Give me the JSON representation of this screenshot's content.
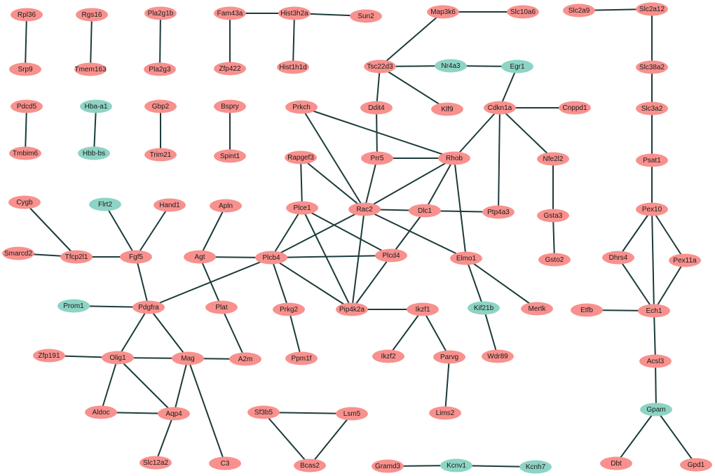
{
  "colors": {
    "gene_pink": "#f8918e",
    "gene_teal": "#8dd4c5",
    "edge": "#1b3b3a"
  },
  "nodes": [
    {
      "label": "Rpl36",
      "type": "pink"
    },
    {
      "label": "Srp9",
      "type": "pink"
    },
    {
      "label": "Rgs16",
      "type": "pink"
    },
    {
      "label": "Tmem163",
      "type": "pink"
    },
    {
      "label": "Pla2g1b",
      "type": "pink"
    },
    {
      "label": "Pla2g3",
      "type": "pink"
    },
    {
      "label": "Fam43a",
      "type": "pink"
    },
    {
      "label": "Zfp422",
      "type": "pink"
    },
    {
      "label": "Hist3h2a",
      "type": "pink"
    },
    {
      "label": "Hist1h1d",
      "type": "pink"
    },
    {
      "label": "Sun2",
      "type": "pink"
    },
    {
      "label": "Map3k6",
      "type": "pink"
    },
    {
      "label": "Slc10a6",
      "type": "pink"
    },
    {
      "label": "Slc2a9",
      "type": "pink"
    },
    {
      "label": "Slc2a12",
      "type": "pink"
    },
    {
      "label": "Tsc22d3",
      "type": "pink"
    },
    {
      "label": "Nr4a3",
      "type": "teal"
    },
    {
      "label": "Egr1",
      "type": "teal"
    },
    {
      "label": "Slc38a2",
      "type": "pink"
    },
    {
      "label": "Pdcd5",
      "type": "pink"
    },
    {
      "label": "Tmbim6",
      "type": "pink"
    },
    {
      "label": "Hba-a1",
      "type": "teal"
    },
    {
      "label": "Hbb-bs",
      "type": "teal"
    },
    {
      "label": "Gbp2",
      "type": "pink"
    },
    {
      "label": "Trim21",
      "type": "pink"
    },
    {
      "label": "Bspry",
      "type": "pink"
    },
    {
      "label": "Spint1",
      "type": "pink"
    },
    {
      "label": "Prkch",
      "type": "pink"
    },
    {
      "label": "Ddit4",
      "type": "pink"
    },
    {
      "label": "Klf9",
      "type": "pink"
    },
    {
      "label": "Cdkn1a",
      "type": "pink"
    },
    {
      "label": "Cnppd1",
      "type": "pink"
    },
    {
      "label": "Slc3a2",
      "type": "pink"
    },
    {
      "label": "Rapgef3",
      "type": "pink"
    },
    {
      "label": "Prr5",
      "type": "pink"
    },
    {
      "label": "Rhob",
      "type": "pink"
    },
    {
      "label": "Nfe2l2",
      "type": "pink"
    },
    {
      "label": "Psat1",
      "type": "pink"
    },
    {
      "label": "Cygb",
      "type": "pink"
    },
    {
      "label": "Flrt2",
      "type": "teal"
    },
    {
      "label": "Hand1",
      "type": "pink"
    },
    {
      "label": "Apln",
      "type": "pink"
    },
    {
      "label": "Plce1",
      "type": "pink"
    },
    {
      "label": "Rac2",
      "type": "pink"
    },
    {
      "label": "Dlc1",
      "type": "pink"
    },
    {
      "label": "Ptp4a3",
      "type": "pink"
    },
    {
      "label": "Gsta3",
      "type": "pink"
    },
    {
      "label": "Pex10",
      "type": "pink"
    },
    {
      "label": "Smarcd2",
      "type": "pink"
    },
    {
      "label": "Tfcp2l1",
      "type": "pink"
    },
    {
      "label": "Fgf5",
      "type": "pink"
    },
    {
      "label": "Agt",
      "type": "pink"
    },
    {
      "label": "Plcb4",
      "type": "pink"
    },
    {
      "label": "Plcd4",
      "type": "pink"
    },
    {
      "label": "Elmo1",
      "type": "pink"
    },
    {
      "label": "Gsto2",
      "type": "pink"
    },
    {
      "label": "Dhrs4",
      "type": "pink"
    },
    {
      "label": "Pex11a",
      "type": "pink"
    },
    {
      "label": "Prom1",
      "type": "teal"
    },
    {
      "label": "Pdgfra",
      "type": "pink"
    },
    {
      "label": "Plat",
      "type": "pink"
    },
    {
      "label": "Prkg2",
      "type": "pink"
    },
    {
      "label": "Pip4k2a",
      "type": "pink"
    },
    {
      "label": "Ikzf1",
      "type": "pink"
    },
    {
      "label": "Kif21b",
      "type": "teal"
    },
    {
      "label": "Mertk",
      "type": "pink"
    },
    {
      "label": "Etfb",
      "type": "pink"
    },
    {
      "label": "Ech1",
      "type": "pink"
    },
    {
      "label": "Zfp191",
      "type": "pink"
    },
    {
      "label": "Olig1",
      "type": "pink"
    },
    {
      "label": "Mag",
      "type": "pink"
    },
    {
      "label": "A2m",
      "type": "pink"
    },
    {
      "label": "Ppm1f",
      "type": "pink"
    },
    {
      "label": "Ikzf2",
      "type": "pink"
    },
    {
      "label": "Parvg",
      "type": "pink"
    },
    {
      "label": "Wdr89",
      "type": "pink"
    },
    {
      "label": "Acsl3",
      "type": "pink"
    },
    {
      "label": "Aldoc",
      "type": "pink"
    },
    {
      "label": "Aqp4",
      "type": "pink"
    },
    {
      "label": "Sf3b5",
      "type": "pink"
    },
    {
      "label": "Lsm5",
      "type": "pink"
    },
    {
      "label": "Lims2",
      "type": "pink"
    },
    {
      "label": "Gpam",
      "type": "teal"
    },
    {
      "label": "Slc12a2",
      "type": "pink"
    },
    {
      "label": "C3",
      "type": "pink"
    },
    {
      "label": "Bcas2",
      "type": "pink"
    },
    {
      "label": "Gramd3",
      "type": "pink"
    },
    {
      "label": "Kcnv1",
      "type": "teal"
    },
    {
      "label": "Kcnh7",
      "type": "teal"
    },
    {
      "label": "Dbt",
      "type": "pink"
    },
    {
      "label": "Gpd1",
      "type": "pink"
    }
  ],
  "edges": [
    [
      "Rpl36",
      "Srp9"
    ],
    [
      "Rgs16",
      "Tmem163"
    ],
    [
      "Pla2g1b",
      "Pla2g3"
    ],
    [
      "Fam43a",
      "Zfp422"
    ],
    [
      "Fam43a",
      "Hist3h2a"
    ],
    [
      "Hist3h2a",
      "Sun2"
    ],
    [
      "Hist3h2a",
      "Hist1h1d"
    ],
    [
      "Map3k6",
      "Slc10a6"
    ],
    [
      "Map3k6",
      "Tsc22d3"
    ],
    [
      "Slc2a9",
      "Slc2a12"
    ],
    [
      "Slc2a12",
      "Slc38a2"
    ],
    [
      "Slc38a2",
      "Slc3a2"
    ],
    [
      "Slc3a2",
      "Psat1"
    ],
    [
      "Psat1",
      "Pex10"
    ],
    [
      "Tsc22d3",
      "Nr4a3"
    ],
    [
      "Nr4a3",
      "Egr1"
    ],
    [
      "Tsc22d3",
      "Ddit4"
    ],
    [
      "Tsc22d3",
      "Klf9"
    ],
    [
      "Egr1",
      "Cdkn1a"
    ],
    [
      "Cdkn1a",
      "Cnppd1"
    ],
    [
      "Cdkn1a",
      "Rhob"
    ],
    [
      "Cdkn1a",
      "Nfe2l2"
    ],
    [
      "Cdkn1a",
      "Ptp4a3"
    ],
    [
      "Pdcd5",
      "Tmbim6"
    ],
    [
      "Hba-a1",
      "Hbb-bs"
    ],
    [
      "Gbp2",
      "Trim21"
    ],
    [
      "Bspry",
      "Spint1"
    ],
    [
      "Prkch",
      "Rhob"
    ],
    [
      "Prkch",
      "Rac2"
    ],
    [
      "Ddit4",
      "Prr5"
    ],
    [
      "Prr5",
      "Rhob"
    ],
    [
      "Prr5",
      "Rac2"
    ],
    [
      "Rhob",
      "Rac2"
    ],
    [
      "Rhob",
      "Dlc1"
    ],
    [
      "Rhob",
      "Elmo1"
    ],
    [
      "Rapgef3",
      "Plce1"
    ],
    [
      "Rapgef3",
      "Rac2"
    ],
    [
      "Nfe2l2",
      "Gsta3"
    ],
    [
      "Gsta3",
      "Gsto2"
    ],
    [
      "Plce1",
      "Plcb4"
    ],
    [
      "Plce1",
      "Plcd4"
    ],
    [
      "Plce1",
      "Pip4k2a"
    ],
    [
      "Rac2",
      "Plcb4"
    ],
    [
      "Rac2",
      "Dlc1"
    ],
    [
      "Rac2",
      "Pip4k2a"
    ],
    [
      "Rac2",
      "Elmo1"
    ],
    [
      "Dlc1",
      "Ptp4a3"
    ],
    [
      "Dlc1",
      "Plcd4"
    ],
    [
      "Plcb4",
      "Plcd4"
    ],
    [
      "Plcb4",
      "Pip4k2a"
    ],
    [
      "Plcb4",
      "Prkg2"
    ],
    [
      "Plcb4",
      "Agt"
    ],
    [
      "Plcb4",
      "Pdgfra"
    ],
    [
      "Plcd4",
      "Pip4k2a"
    ],
    [
      "Pip4k2a",
      "Ikzf1"
    ],
    [
      "Ikzf1",
      "Ikzf2"
    ],
    [
      "Ikzf1",
      "Parvg"
    ],
    [
      "Parvg",
      "Lims2"
    ],
    [
      "Elmo1",
      "Kif21b"
    ],
    [
      "Elmo1",
      "Mertk"
    ],
    [
      "Kif21b",
      "Wdr89"
    ],
    [
      "Prkg2",
      "Ppm1f"
    ],
    [
      "Pex10",
      "Dhrs4"
    ],
    [
      "Pex10",
      "Pex11a"
    ],
    [
      "Pex10",
      "Ech1"
    ],
    [
      "Dhrs4",
      "Ech1"
    ],
    [
      "Pex11a",
      "Ech1"
    ],
    [
      "Etfb",
      "Ech1"
    ],
    [
      "Ech1",
      "Acsl3"
    ],
    [
      "Acsl3",
      "Gpam"
    ],
    [
      "Gpam",
      "Dbt"
    ],
    [
      "Gpam",
      "Gpd1"
    ],
    [
      "Cygb",
      "Tfcp2l1"
    ],
    [
      "Smarcd2",
      "Tfcp2l1"
    ],
    [
      "Tfcp2l1",
      "Fgf5"
    ],
    [
      "Flrt2",
      "Fgf5"
    ],
    [
      "Hand1",
      "Fgf5"
    ],
    [
      "Fgf5",
      "Pdgfra"
    ],
    [
      "Apln",
      "Agt"
    ],
    [
      "Agt",
      "Plat"
    ],
    [
      "Plat",
      "A2m"
    ],
    [
      "Prom1",
      "Pdgfra"
    ],
    [
      "Pdgfra",
      "Olig1"
    ],
    [
      "Pdgfra",
      "Mag"
    ],
    [
      "Zfp191",
      "Olig1"
    ],
    [
      "Olig1",
      "Mag"
    ],
    [
      "Olig1",
      "Aldoc"
    ],
    [
      "Olig1",
      "Aqp4"
    ],
    [
      "Mag",
      "A2m"
    ],
    [
      "Mag",
      "Aqp4"
    ],
    [
      "Mag",
      "C3"
    ],
    [
      "Aldoc",
      "Aqp4"
    ],
    [
      "Aqp4",
      "Slc12a2"
    ],
    [
      "Sf3b5",
      "Lsm5"
    ],
    [
      "Sf3b5",
      "Bcas2"
    ],
    [
      "Lsm5",
      "Bcas2"
    ],
    [
      "Gramd3",
      "Kcnv1"
    ],
    [
      "Kcnv1",
      "Kcnh7"
    ]
  ]
}
